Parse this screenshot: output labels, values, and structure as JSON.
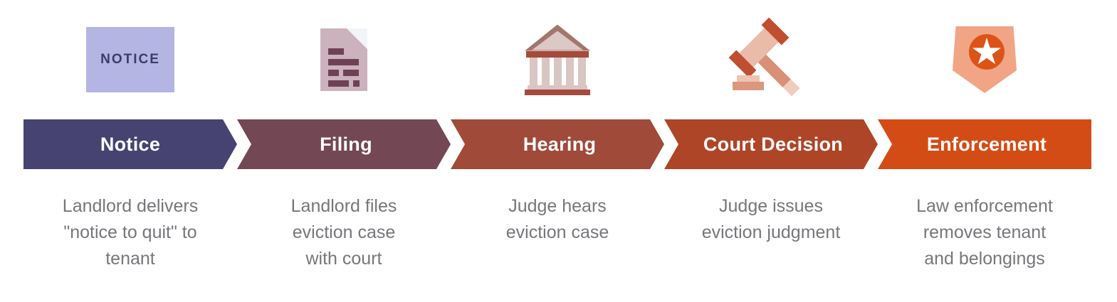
{
  "title": "Eviction process flow",
  "colors": {
    "background": "#FFFFFF",
    "description_text": "#76777B",
    "band_text": "#FFFFFF",
    "notice_box_fill": "#B4B5E3",
    "notice_box_text": "#3C3C68",
    "document_body": "#CBB2BD",
    "document_lines": "#6E4255",
    "courthouse_red": "#A64A3B",
    "courthouse_light": "#D9C5C2",
    "gavel_rust": "#BF4F30",
    "gavel_salmon": "#D89076",
    "badge_shield": "#F1A585",
    "badge_circle": "#DD5317"
  },
  "stages": [
    {
      "label": "Notice",
      "icon": "notice-label-icon",
      "icon_text": "NOTICE",
      "band_color": "#464372",
      "description": "Landlord delivers\n\"notice to quit\" to\ntenant"
    },
    {
      "label": "Filing",
      "icon": "document-icon",
      "band_color": "#734754",
      "description": "Landlord files\neviction case\nwith court"
    },
    {
      "label": "Hearing",
      "icon": "courthouse-icon",
      "band_color": "#A04A3A",
      "description": "Judge hears\neviction case"
    },
    {
      "label": "Court Decision",
      "icon": "gavel-icon",
      "band_color": "#AE4527",
      "description": "Judge issues\neviction judgment"
    },
    {
      "label": "Enforcement",
      "icon": "badge-star-icon",
      "band_color": "#D44C15",
      "description": "Law enforcement\nremoves tenant\nand belongings"
    }
  ]
}
